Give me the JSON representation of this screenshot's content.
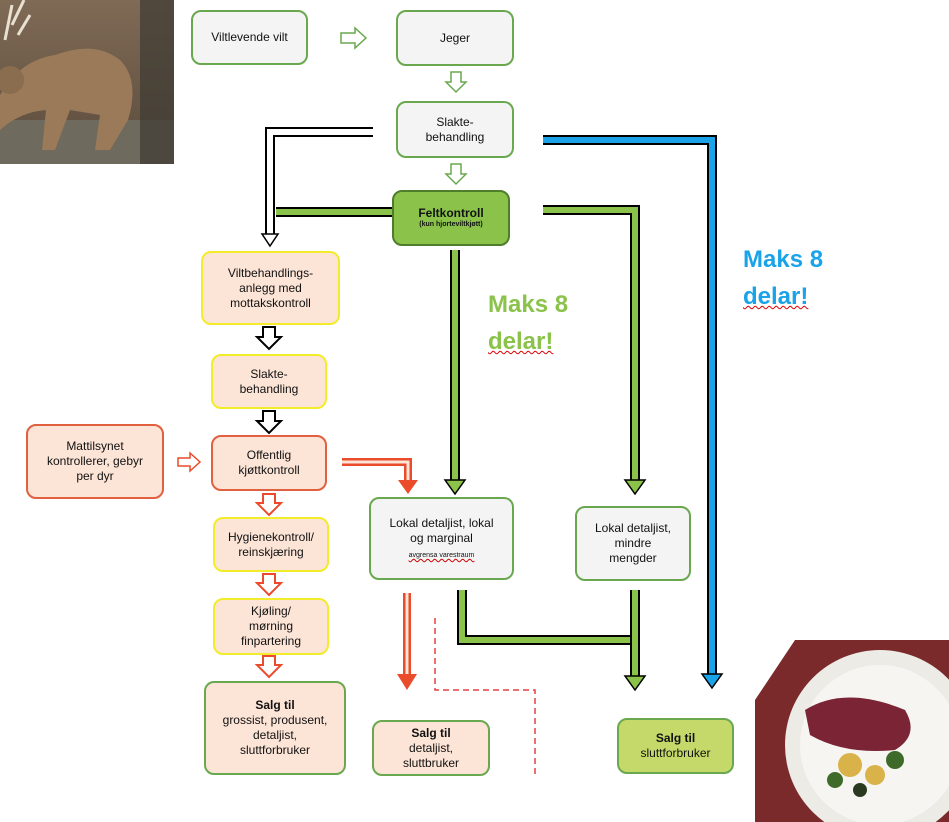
{
  "boxes": {
    "viltlevende": "Viltlevende vilt",
    "jeger": "Jeger",
    "slakte_top": "Slakte-\nbehandling",
    "feltkontroll_title": "Feltkontroll",
    "feltkontroll_sub": "(kun hjorteviltkjøtt)",
    "viltbehandling": "Viltbehandlings-\nanlegg med\nmottakskontroll",
    "slakte_left": "Slakte-\nbehandling",
    "mattilsynet": "Mattilsynet\nkontrollerer, gebyr\nper dyr",
    "offentlig": "Offentlig\nkjøttkontroll",
    "hygiene": "Hygienekontroll/\nreinskjæring",
    "kjoling": "Kjøling/\nmørning\nfinpartering",
    "salg_grossist_title": "Salg til",
    "salg_grossist_body": "grossist, produsent,\ndetaljist,\nsluttforbruker",
    "lokal1": "Lokal detaljist, lokal\nog marginal",
    "lokal1_note": "avgrensa varestraum",
    "lokal2": "Lokal detaljist,\nmindre\nmengder",
    "salg_detaljist_title": "Salg til",
    "salg_detaljist_body": "detaljist,\nsluttbruker",
    "salg_slutt_title": "Salg til",
    "salg_slutt_body": "sluttforbruker"
  },
  "notes": {
    "green_line1": "Maks 8",
    "green_line2": "delar!",
    "blue_line1": "Maks 8",
    "blue_line2": "delar!"
  },
  "colors": {
    "green_path": "#8bc34a",
    "blue_path": "#1aa3e8",
    "red_path": "#ea4b2a",
    "green_text": "#8bc34a",
    "blue_text": "#1aa3e8"
  },
  "photos": {
    "top_left": "deer-photo",
    "bottom_right": "venison-dish-photo"
  }
}
